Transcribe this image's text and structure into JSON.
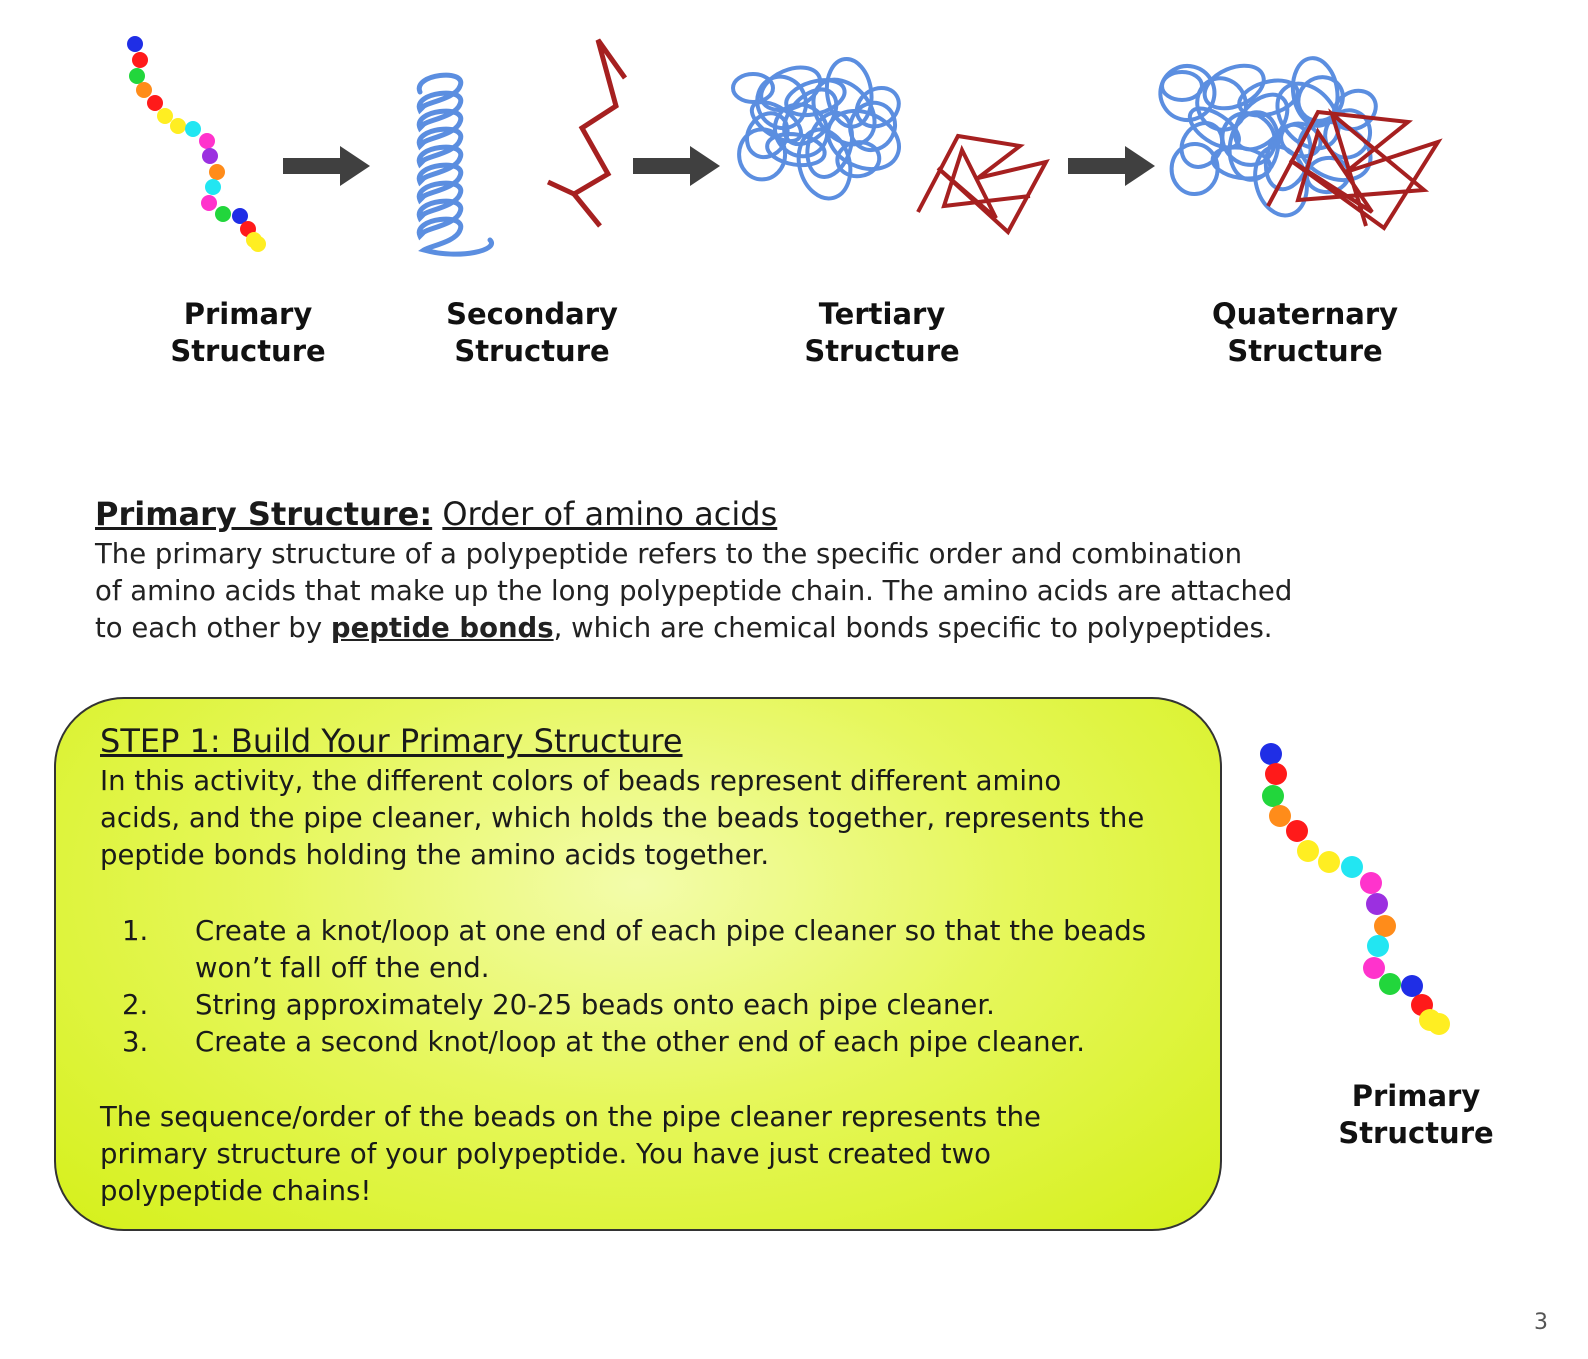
{
  "diagram": {
    "stages": [
      {
        "line1": "Primary",
        "line2": "Structure"
      },
      {
        "line1": "Secondary",
        "line2": "Structure"
      },
      {
        "line1": "Tertiary",
        "line2": "Structure"
      },
      {
        "line1": "Quaternary",
        "line2": "Structure"
      }
    ],
    "colors": {
      "helix": "#5b8ee0",
      "sheet": "#a62020",
      "arrow": "#404040"
    },
    "bead_colors": [
      "#1f2ee6",
      "#ff1a1a",
      "#22d63c",
      "#ff8c1a",
      "#ff1a1a",
      "#ffee22",
      "#ffee22",
      "#22e6f2",
      "#ff33cc",
      "#9b30e0",
      "#ff8c1a",
      "#22e6f2",
      "#ff33cc",
      "#22d63c",
      "#1f2ee6",
      "#ff1a1a",
      "#ffee22",
      "#ffee22"
    ]
  },
  "section": {
    "heading_bold": "Primary Structure:",
    "heading_rest": "Order of amino acids",
    "intro_lines": [
      "The primary structure of a polypeptide refers to the specific order and combination",
      "of amino acids that make up the long polypeptide chain. The amino acids are attached"
    ],
    "intro_line3_pre": "to each other by ",
    "intro_line3_bold": "peptide bonds",
    "intro_line3_post": ", which are chemical bonds specific to polypeptides."
  },
  "step_box": {
    "title": "STEP 1: Build Your Primary Structure",
    "intro_lines": [
      "In this activity, the different colors of beads represent different amino",
      "acids, and the pipe cleaner, which holds the beads together, represents the",
      "peptide bonds holding the amino acids together."
    ],
    "steps": [
      {
        "num": "1.",
        "lines": [
          "Create a knot/loop at one end of each pipe cleaner so that the beads",
          "won’t fall off the end."
        ]
      },
      {
        "num": "2.",
        "lines": [
          "String approximately 20-25 beads onto each pipe cleaner."
        ]
      },
      {
        "num": "3.",
        "lines": [
          "Create a second knot/loop at the other end of each pipe cleaner."
        ]
      }
    ],
    "outro_lines": [
      "The sequence/order of the beads on the pipe cleaner represents the",
      "primary structure of your polypeptide. You have just created two",
      "polypeptide chains!"
    ],
    "background_color": "#e3f54a"
  },
  "side_figure": {
    "line1": "Primary",
    "line2": "Structure"
  },
  "page_number": "3"
}
